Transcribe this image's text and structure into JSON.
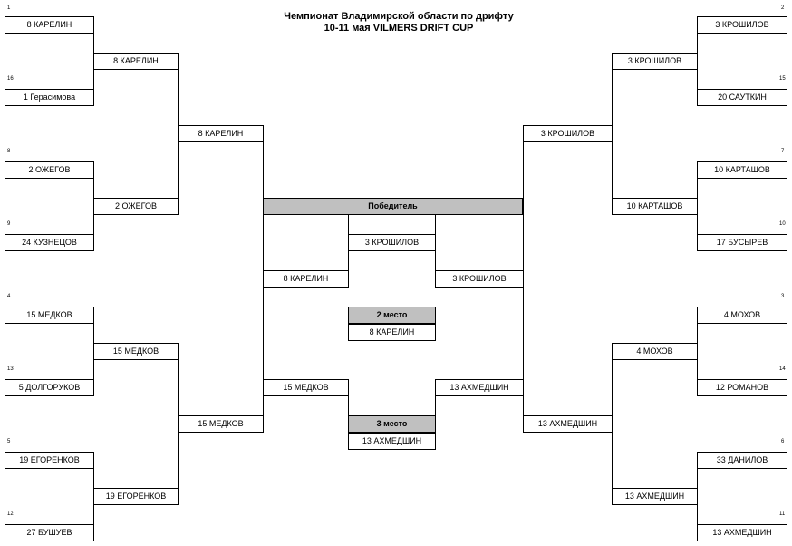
{
  "title": {
    "line1": "Чемпионат Владимирской области по дрифту",
    "line2": "10-11 мая VILMERS DRIFT CUP"
  },
  "left": {
    "r1": [
      {
        "seed": "1",
        "name": "8 КАРЕЛИН"
      },
      {
        "seed": "16",
        "name": "1 Герасимова"
      },
      {
        "seed": "8",
        "name": "2 ОЖЕГОВ"
      },
      {
        "seed": "9",
        "name": "24 КУЗНЕЦОВ"
      },
      {
        "seed": "4",
        "name": "15 МЕДКОВ"
      },
      {
        "seed": "13",
        "name": "5 ДОЛГОРУКОВ"
      },
      {
        "seed": "5",
        "name": "19 ЕГОРЕНКОВ"
      },
      {
        "seed": "12",
        "name": "27 БУШУЕВ"
      }
    ],
    "r2": [
      "8 КАРЕЛИН",
      "2 ОЖЕГОВ",
      "15 МЕДКОВ",
      "19 ЕГОРЕНКОВ"
    ],
    "r3": [
      "8 КАРЕЛИН",
      "15 МЕДКОВ"
    ],
    "semi": [
      "8 КАРЕЛИН",
      "15 МЕДКОВ"
    ]
  },
  "right": {
    "r1": [
      {
        "seed": "2",
        "name": "3 КРОШИЛОВ"
      },
      {
        "seed": "15",
        "name": "20 САУТКИН"
      },
      {
        "seed": "7",
        "name": "10 КАРТАШОВ"
      },
      {
        "seed": "10",
        "name": "17 БУСЫРЕВ"
      },
      {
        "seed": "3",
        "name": "4 МОХОВ"
      },
      {
        "seed": "14",
        "name": "12 РОМАНОВ"
      },
      {
        "seed": "6",
        "name": "33 ДАНИЛОВ"
      },
      {
        "seed": "11",
        "name": "13 АХМЕДШИН"
      }
    ],
    "r2": [
      "3 КРОШИЛОВ",
      "10 КАРТАШОВ",
      "4 МОХОВ",
      "13 АХМЕДШИН"
    ],
    "r3": [
      "3 КРОШИЛОВ",
      "13 АХМЕДШИН"
    ],
    "semi": [
      "3 КРОШИЛОВ",
      "13 АХМЕДШИН"
    ]
  },
  "center": {
    "winner_label": "Победитель",
    "winner": "3 КРОШИЛОВ",
    "second_label": "2 место",
    "second": "8 КАРЕЛИН",
    "third_label": "3 место",
    "third": "13 АХМЕДШИН"
  }
}
